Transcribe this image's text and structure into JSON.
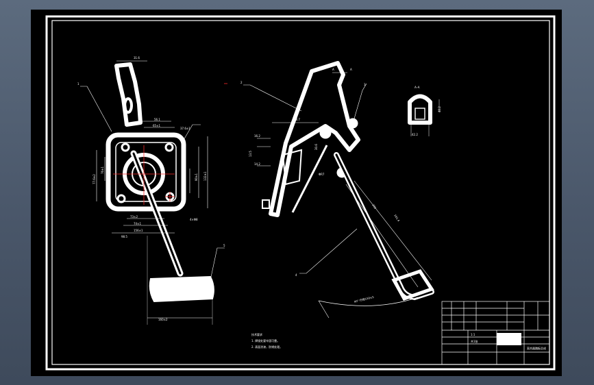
{
  "part_labels": {
    "p1": "1",
    "p2": "2",
    "p3": "3",
    "p4": "4",
    "p5": "5"
  },
  "section": {
    "label": "A–A",
    "marker_left": "A",
    "marker_right": "A"
  },
  "dimensions": {
    "d1": "31.6",
    "d2": "37.6±1",
    "d3": "56.1",
    "d4": "65±1",
    "d5": "73±2",
    "d6": "74±1",
    "d7": "77.6±2",
    "d8": "76±1",
    "d9": "90±1",
    "d10": "132±1",
    "d11": "156±1",
    "d12": "4×Φ8",
    "d13": "48.7",
    "d14": "16.2",
    "d15": "13.5",
    "d16": "14.2",
    "d17": "ΦR7",
    "d18": "200",
    "d19": "161.4",
    "d20": "30.6",
    "d21": "42.2",
    "d22": "160±2",
    "d23": "98.5",
    "d24": "40.2",
    "angle": "40°  行程150±5"
  },
  "notes": {
    "title": "技术要求",
    "line1": "1. 焊接处要牢固可靠。",
    "line2": "2. 表面涂漆，防锈处理。"
  },
  "title_block": {
    "drawing_name": "离合器踏板总成",
    "scale": "1:1",
    "sheet": "共1张"
  },
  "colors": {
    "page_bg": "#000000",
    "window_bg": "#4a576a",
    "lines": "#ffffff",
    "center_marks": "#ff2a2a"
  }
}
